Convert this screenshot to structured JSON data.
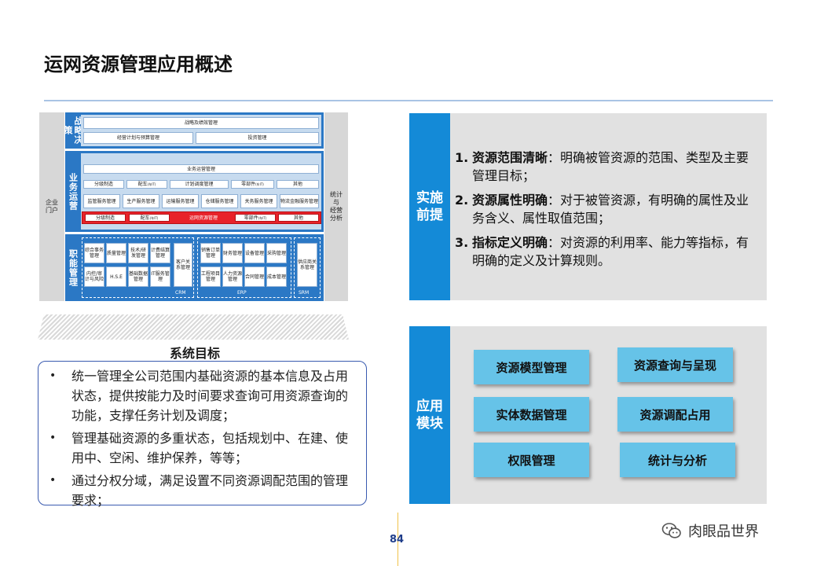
{
  "title": "运网资源管理应用概述",
  "architecture": {
    "left_label": "企业\n门户",
    "right_label": "统计\n与\n经营\n分析",
    "strategy": {
      "label": "战略决策",
      "top_bar": "战略及绩效管理",
      "items": [
        "经营计划与预算管理",
        "投资管理"
      ]
    },
    "operations": {
      "label": "业务运营",
      "top_bar": "业务运营管理",
      "row1": [
        "分级制造",
        "配车",
        "计划调度管理",
        "零部件",
        "其他"
      ],
      "row2": [
        "监管服务管理",
        "生产服务管理",
        "运输服务管理",
        "仓储服务管理",
        "关务服务管理",
        "物流金融服务管理"
      ],
      "row3": [
        "分级制造",
        "配车",
        "运网资源管理",
        "零部件",
        "其他"
      ],
      "sup": "(车IT)"
    },
    "functions": {
      "label": "职能管理",
      "crm_items": [
        "综合事务管理",
        "质量管理",
        "技术/研发管理",
        "计费结算管理",
        "内控/审计与风险",
        "H.S.E",
        "基础数据管理",
        "IT服务管理"
      ],
      "crm_customer": "客户关系管理",
      "crm_tag": "CRM",
      "erp_items": [
        "销售订单管理",
        "财务管理",
        "设备管理",
        "采购管理",
        "工程项目管理",
        "人力资源管理",
        "合同管理",
        "成本管理"
      ],
      "erp_tag": "ERP",
      "srm_item": "供应商关系管理",
      "srm_tag": "SRM"
    }
  },
  "goals": {
    "title": "系统目标",
    "bullet": "•",
    "items": [
      "统一管理全公司范围内基础资源的基本信息及占用状态，提供按能力及时间要求查询可用资源查询的功能，支撑任务计划及调度；",
      "管理基础资源的多重状态，包括规划中、在建、使用中、空闲、维护保养，等等；",
      "通过分权分域，满足设置不同资源调配范围的管理要求；"
    ]
  },
  "prerequisites": {
    "tag": "实施\n前提",
    "items": [
      {
        "num": "1.",
        "head": "资源范围清晰",
        "body": "：明确被管资源的范围、类型及主要管理目标；"
      },
      {
        "num": "2.",
        "head": "资源属性明确",
        "body": "：对于被管资源，有明确的属性及业务含义、属性取值范围；"
      },
      {
        "num": "3.",
        "head": "指标定义明确",
        "body": "：对资源的利用率、能力等指标，有明确的定义及计算规则。"
      }
    ]
  },
  "modules": {
    "tag": "应用\n模块",
    "items": [
      "资源模型管理",
      "资源查询与呈现",
      "实体数据管理",
      "资源调配占用",
      "权限管理",
      "统计与分析"
    ]
  },
  "page_number": "84",
  "watermark": "肉眼品世界",
  "colors": {
    "accent_blue": "#148ad7",
    "module_fill": "#66c3e8",
    "diagram_blue": "#2b78c5",
    "highlight_red": "#e8222a"
  }
}
